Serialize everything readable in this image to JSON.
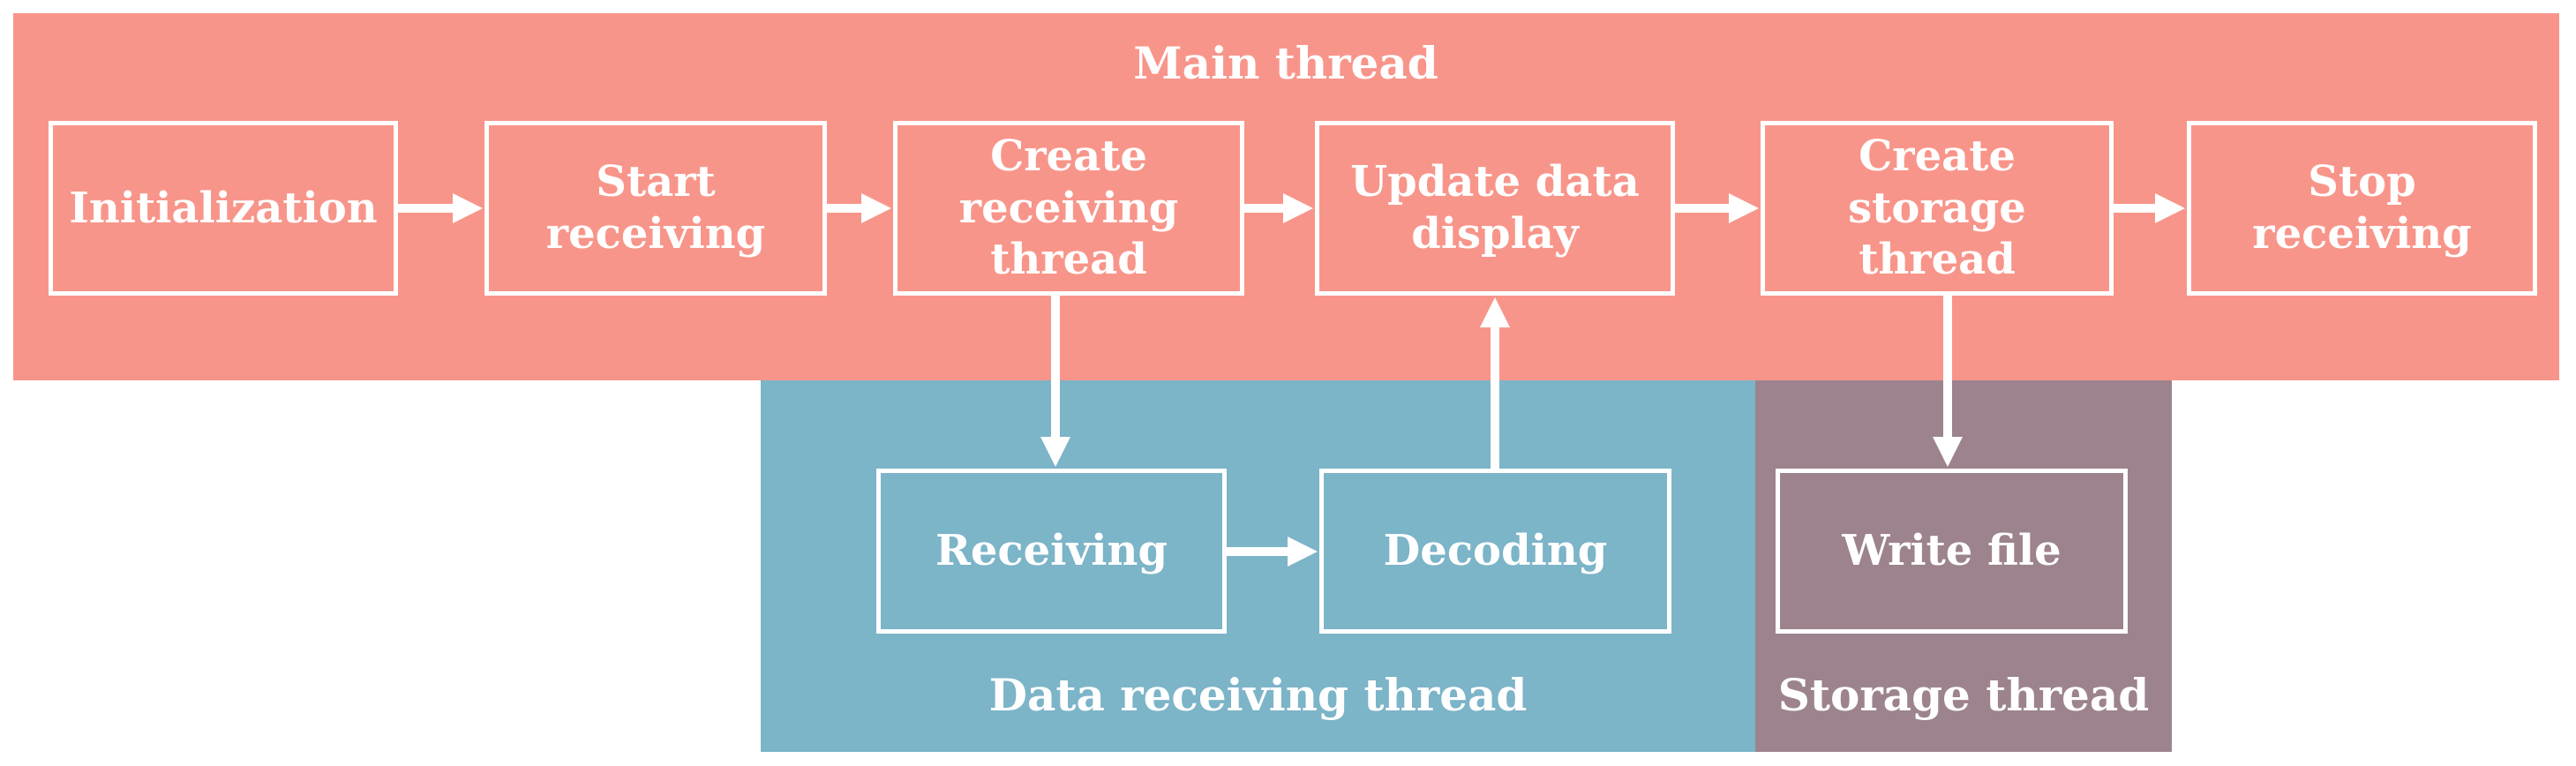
{
  "colors": {
    "main_thread": "#f8958a",
    "data_receiving_thread": "#7cb4c8",
    "storage_thread": "#9c838d",
    "box_border": "#ffffff",
    "arrow": "#ffffff"
  },
  "regions": {
    "main": {
      "title": "Main thread"
    },
    "receiving": {
      "title": "Data receiving thread"
    },
    "storage": {
      "title": "Storage thread"
    }
  },
  "nodes": {
    "initialization": "Initialization",
    "start_receiving": "Start receiving",
    "create_receiving_thread": "Create\nreceiving\nthread",
    "update_data_display": "Update data\ndisplay",
    "create_storage_thread": "Create storage\nthread",
    "stop_receiving": "Stop receiving",
    "receiving": "Receiving",
    "decoding": "Decoding",
    "write_file": "Write file"
  },
  "edges": [
    {
      "from": "initialization",
      "to": "start_receiving"
    },
    {
      "from": "start_receiving",
      "to": "create_receiving_thread"
    },
    {
      "from": "create_receiving_thread",
      "to": "update_data_display"
    },
    {
      "from": "update_data_display",
      "to": "create_storage_thread"
    },
    {
      "from": "create_storage_thread",
      "to": "stop_receiving"
    },
    {
      "from": "create_receiving_thread",
      "to": "receiving"
    },
    {
      "from": "receiving",
      "to": "decoding"
    },
    {
      "from": "decoding",
      "to": "update_data_display"
    },
    {
      "from": "create_storage_thread",
      "to": "write_file"
    }
  ]
}
